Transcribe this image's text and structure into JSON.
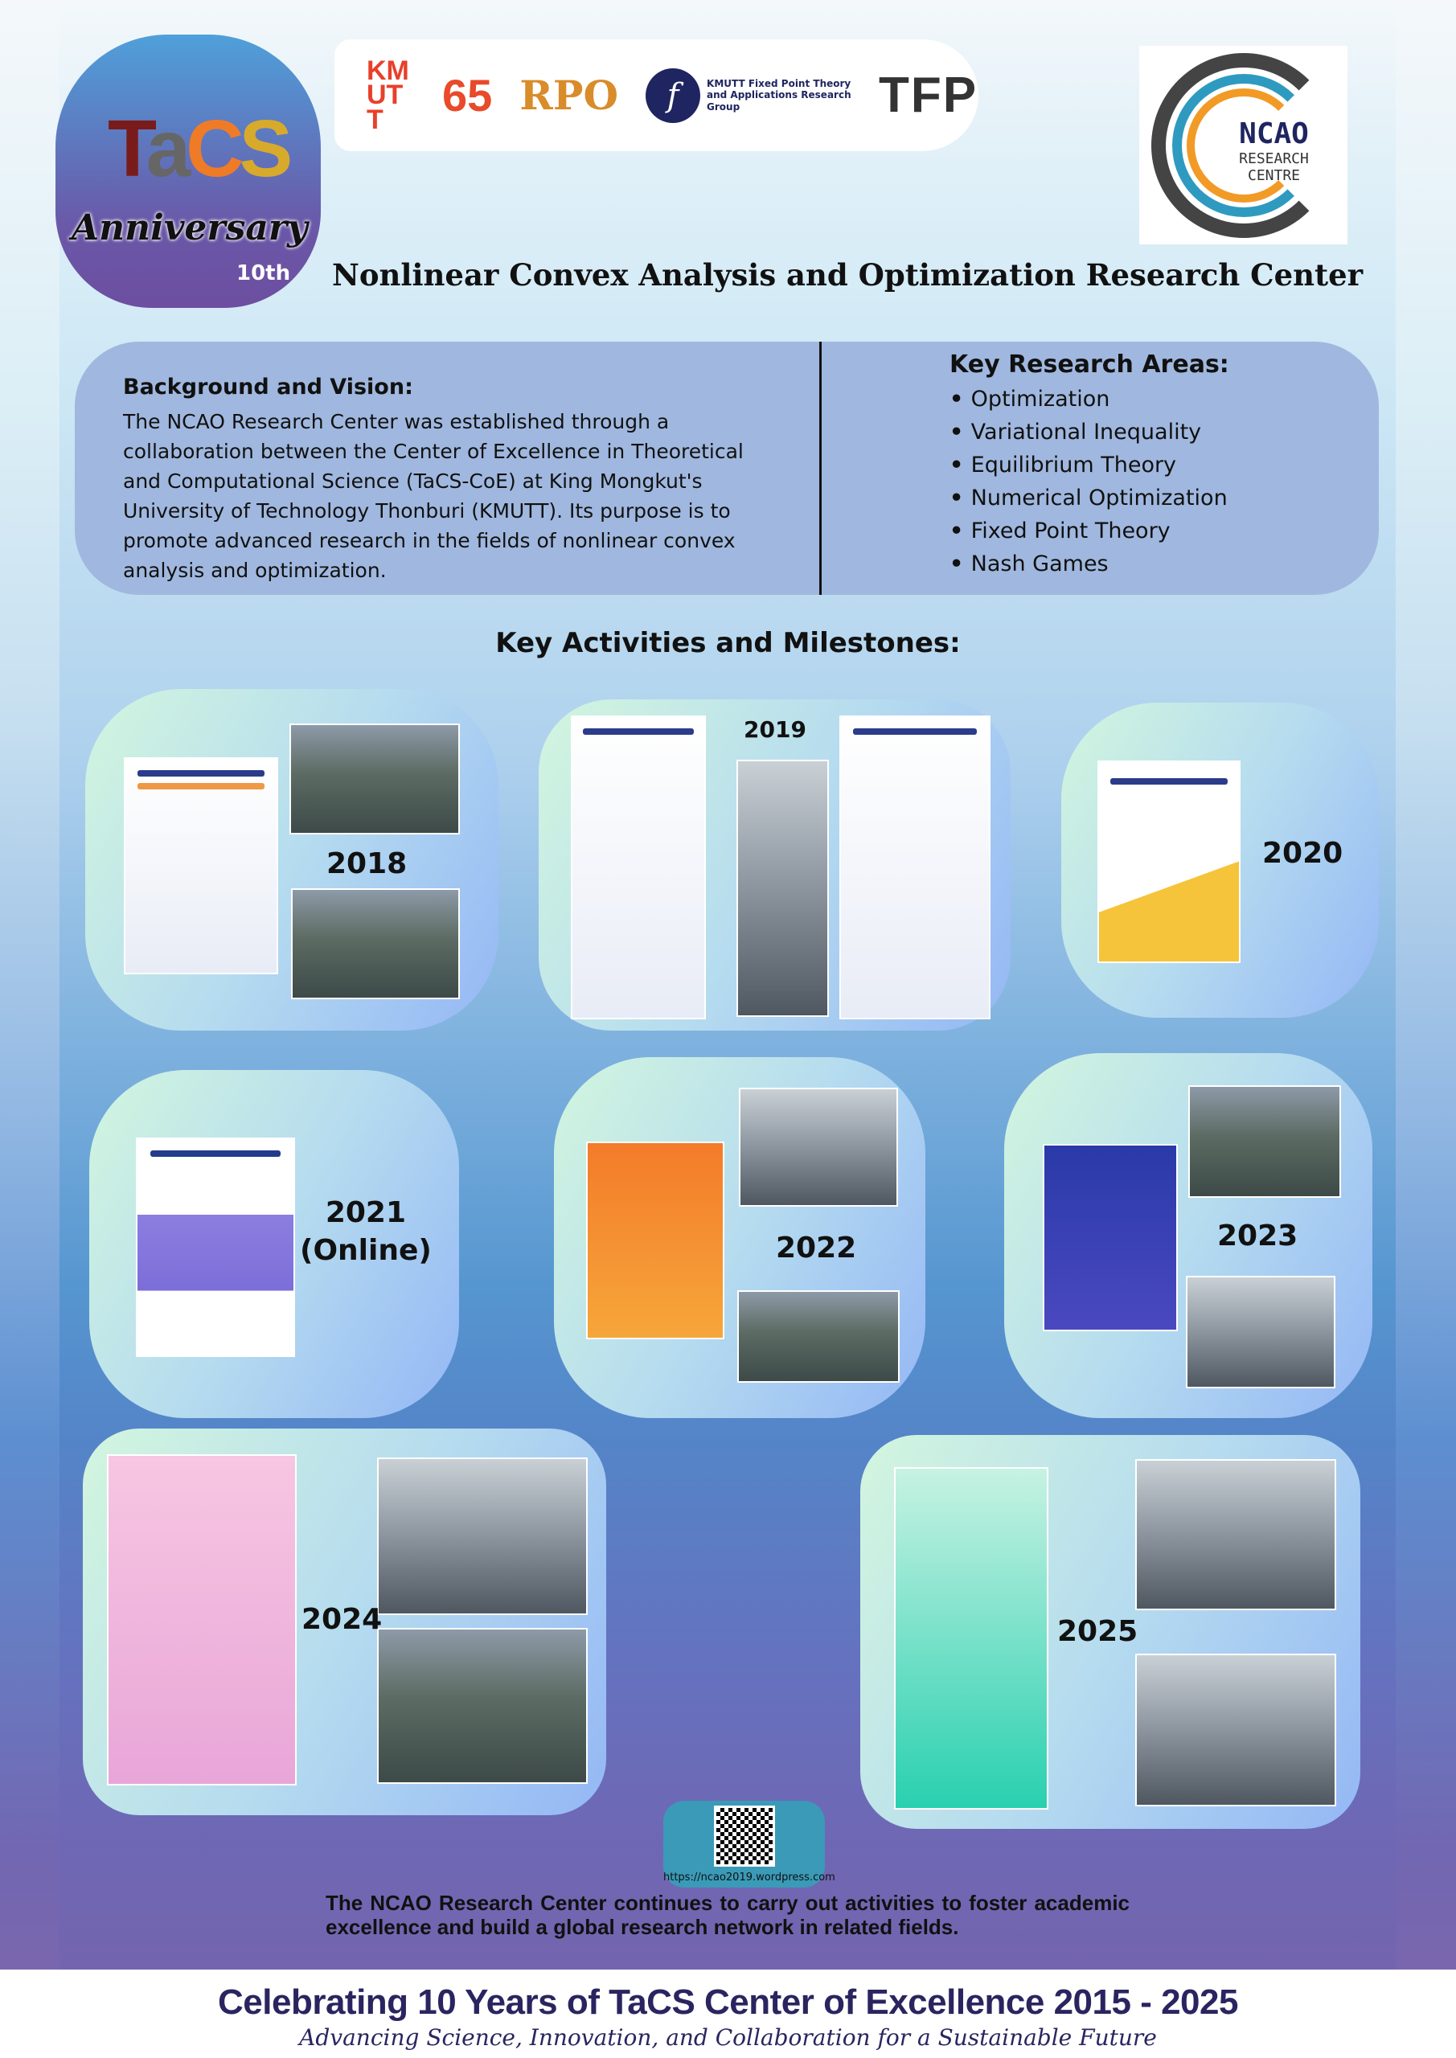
{
  "header": {
    "logos": [
      "KMUTT",
      "65",
      "RPO",
      "KMUTT Fixed Point Theory and Applications Research Group",
      "TFP"
    ],
    "tacs_logo": {
      "text": "TaCS",
      "script": "Anniversary",
      "tenth": "10th"
    },
    "ncao_logo": {
      "line1": "NCAO",
      "line2": "RESEARCH",
      "line3": "CENTRE"
    },
    "title": "Nonlinear Convex Analysis and Optimization Research Center"
  },
  "background": {
    "heading": "Background and Vision:",
    "text": "The NCAO Research Center was established through a collaboration between the Center of Excellence in Theoretical and Computational Science (TaCS-CoE) at King Mongkut's University of Technology Thonburi (KMUTT). Its purpose is to promote advanced research in the fields of nonlinear convex analysis and optimization."
  },
  "research_areas": {
    "heading": "Key Research Areas:",
    "items": [
      "Optimization",
      "Variational Inequality",
      "Equilibrium Theory",
      "Numerical Optimization",
      "Fixed Point Theory",
      "Nash Games"
    ]
  },
  "activities": {
    "heading": "Key Activities and Milestones:",
    "years": [
      "2018",
      "2019",
      "2020",
      "2021",
      "(Online)",
      "2022",
      "2023",
      "2024",
      "2025"
    ]
  },
  "qr": {
    "url": "https://ncao2019.wordpress.com"
  },
  "closing": "The NCAO Research Center continues to carry out activities to foster academic excellence and build a global research network in related fields.",
  "footer": {
    "title": "Celebrating 10 Years of TaCS Center of Excellence 2015 - 2025",
    "subtitle": "Advancing Science, Innovation, and Collaboration for a Sustainable Future"
  }
}
